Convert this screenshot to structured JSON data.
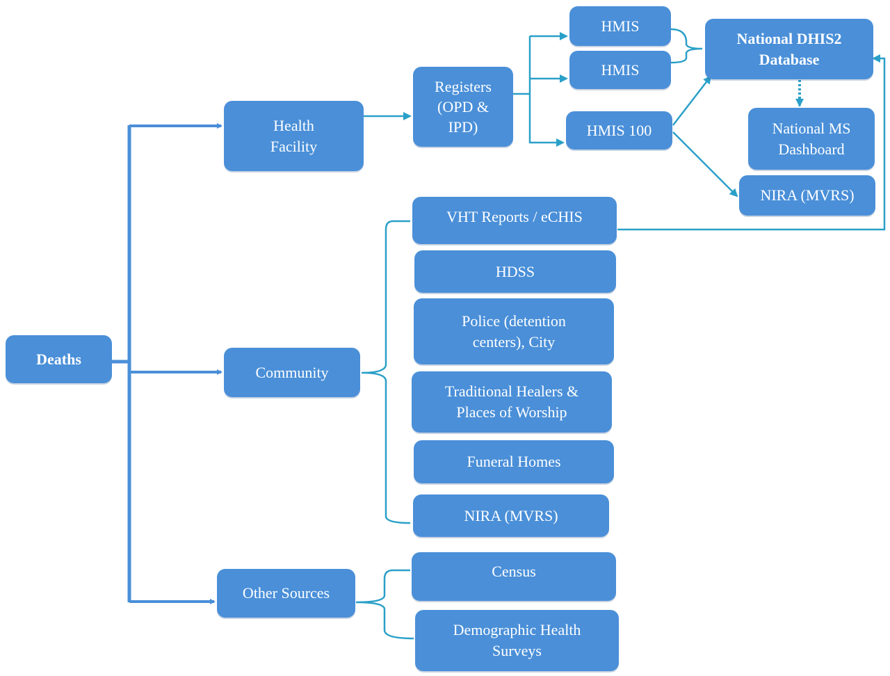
{
  "colors": {
    "box_fill": "#4a8fd8",
    "box_text": "#ffffff",
    "thick_connector": "#4a8fd8",
    "thin_connector": "#2aa0c8"
  },
  "nodes": {
    "deaths": "Deaths",
    "health_facility": "Health\nFacility",
    "community": "Community",
    "other_sources": "Other Sources",
    "registers": "Registers\n(OPD &\nIPD)",
    "hmis_1": "HMIS",
    "hmis_2": "HMIS",
    "hmis_100": "HMIS 100",
    "national_dhis2": "National DHIS2\nDatabase",
    "national_ms_dashboard": "National MS\nDashboard",
    "nira_top": "NIRA (MVRS)",
    "vht_reports": "VHT Reports / eCHIS",
    "hdss": "HDSS",
    "police": "Police (detention\ncenters), City",
    "traditional_healers": "Traditional Healers &\nPlaces of Worship",
    "funeral_homes": "Funeral Homes",
    "nira_community": "NIRA (MVRS)",
    "census": "Census",
    "dhs": "Demographic Health\nSurveys"
  }
}
